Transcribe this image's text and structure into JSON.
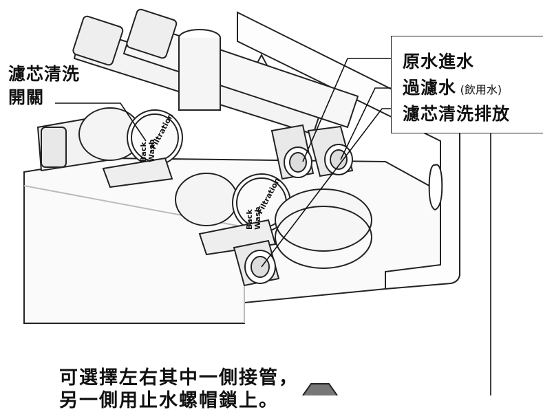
{
  "labels": {
    "switch_line1": "濾芯清洗",
    "switch_line2": "開關",
    "raw_water": "原水進水",
    "filtered_water": "過濾水",
    "filtered_water_note": "(飲用水)",
    "flush_drain": "濾芯清洗排放"
  },
  "knob_text": {
    "filtration": "Filtration",
    "back": "Back",
    "wash": "Wash"
  },
  "note": {
    "line1": "可選擇左右其中一側接管，",
    "line2": "另一側用止水螺帽鎖上。"
  }
}
